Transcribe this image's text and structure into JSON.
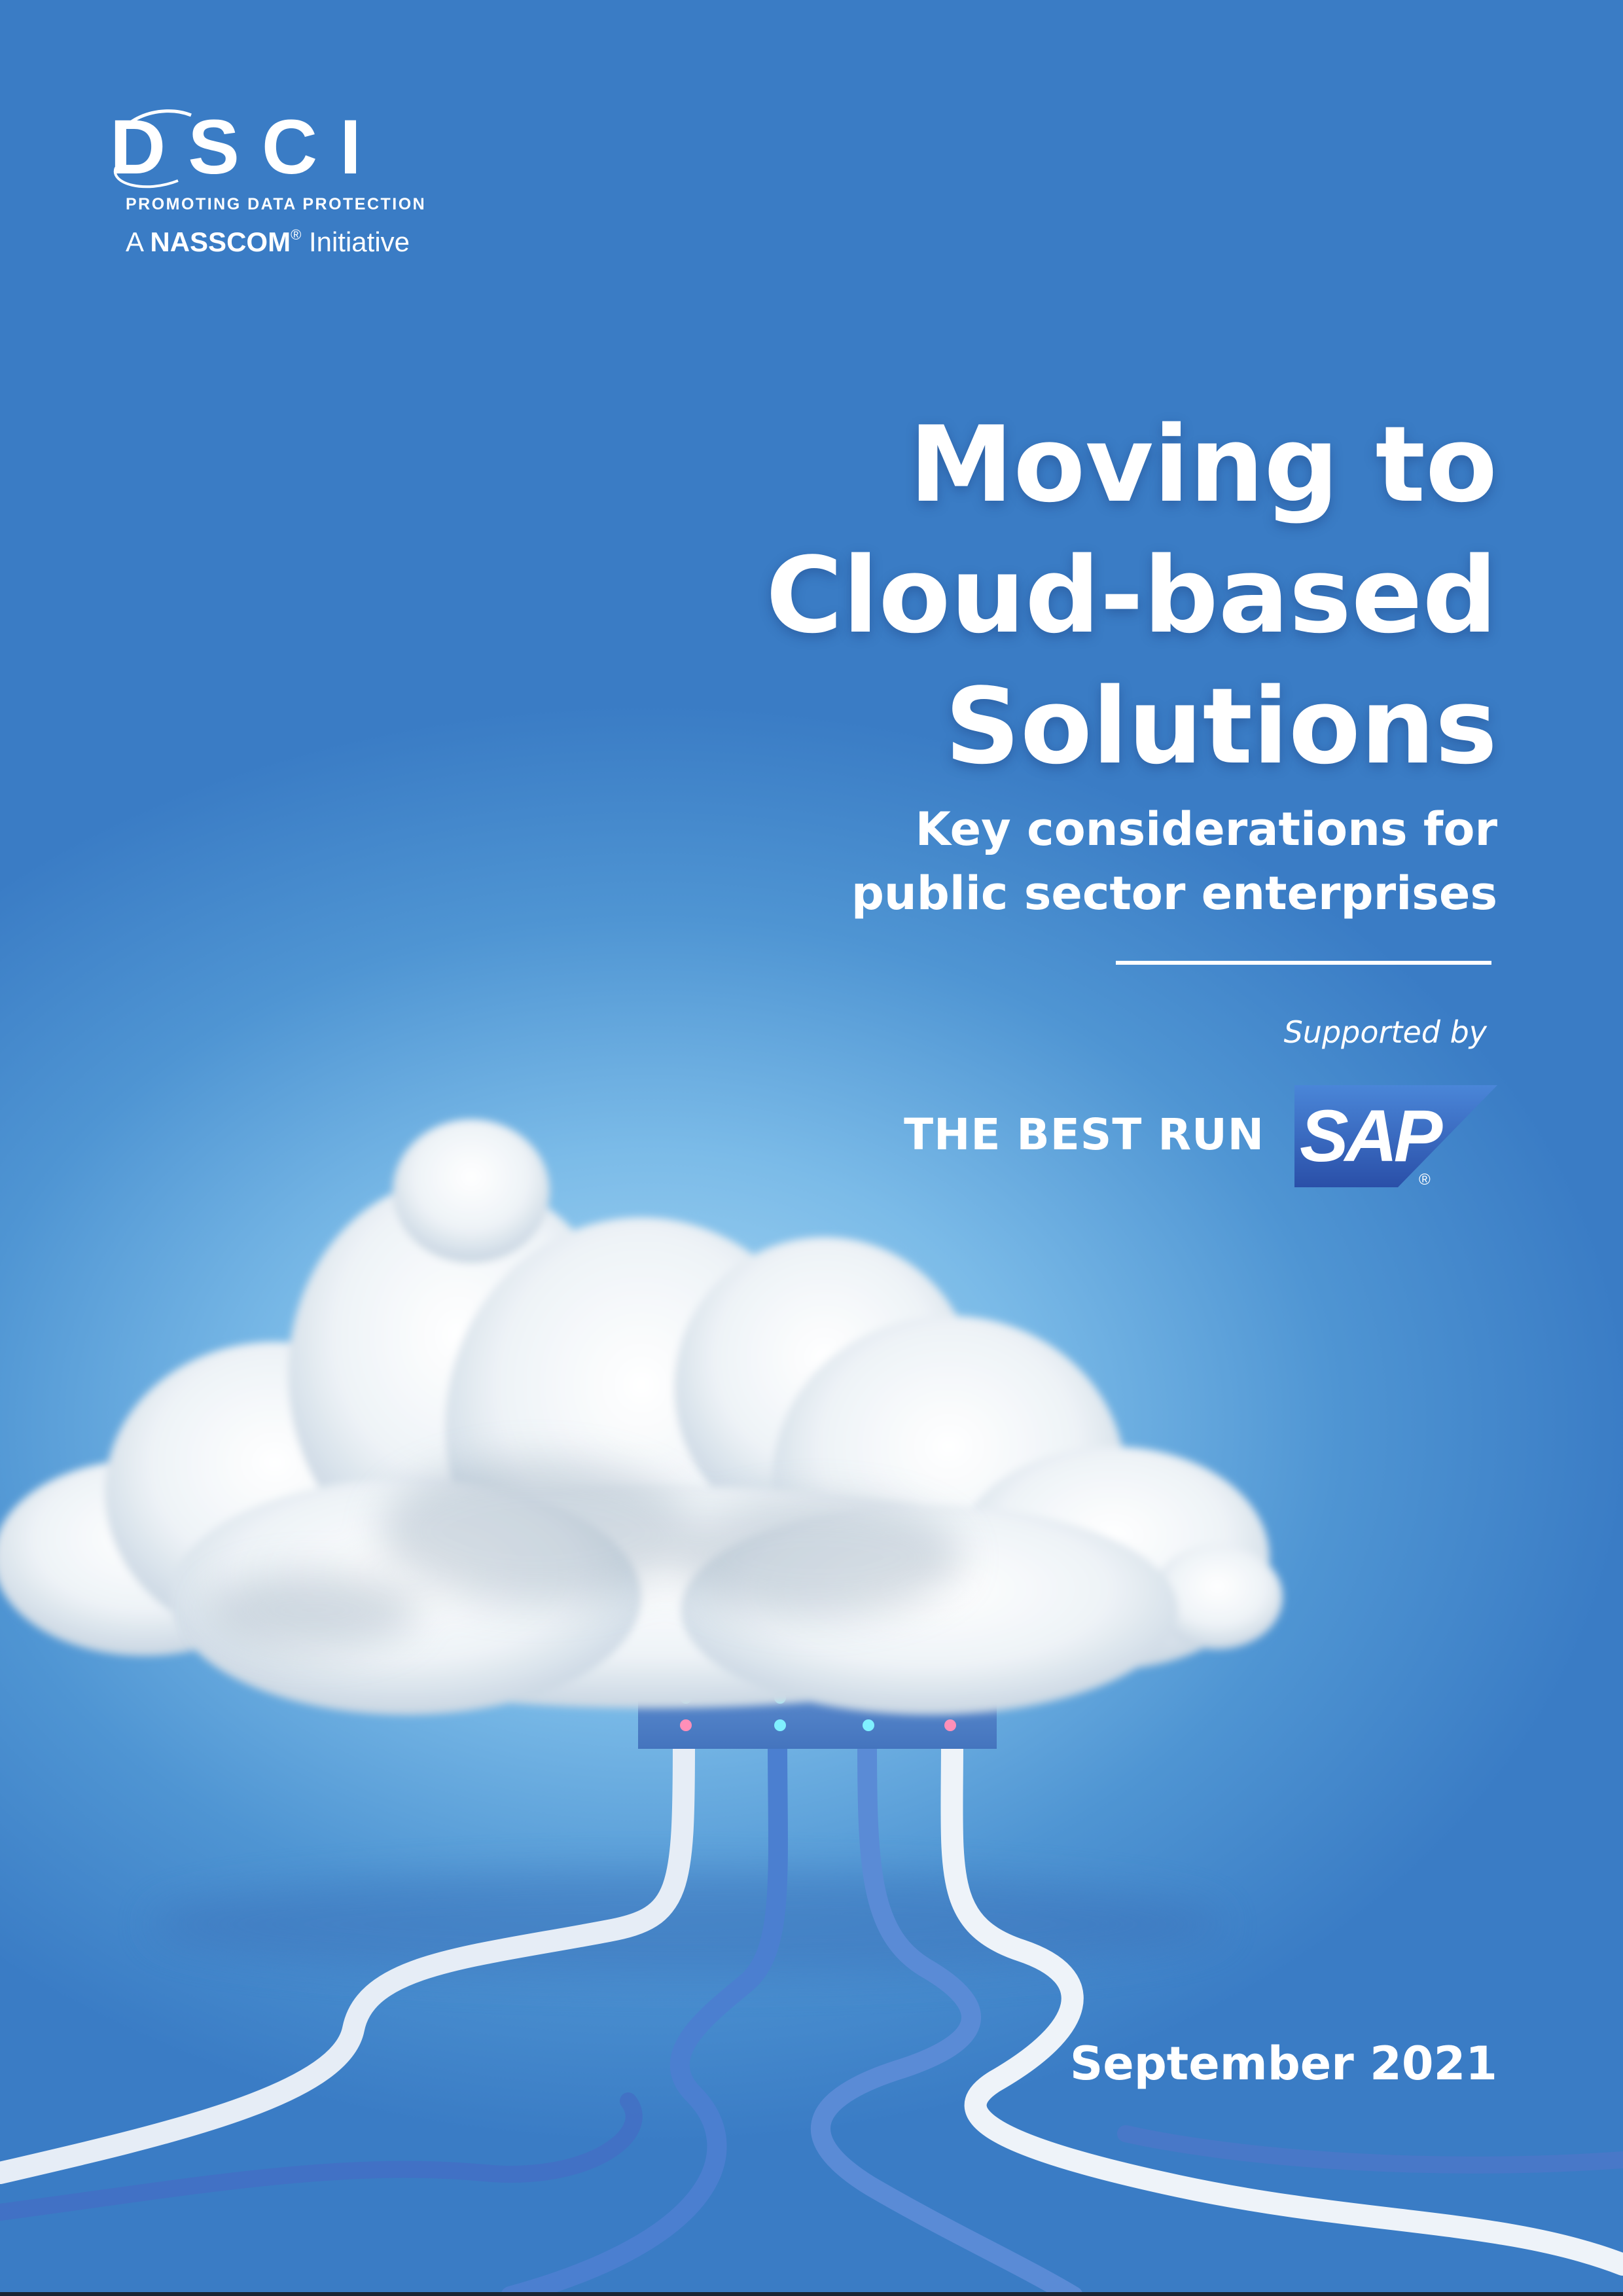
{
  "logo": {
    "wordmark": "DSCI",
    "tagline": "PROMOTING DATA PROTECTION",
    "initiative_a": "A",
    "initiative_org": "NASSCOM",
    "initiative_reg": "®",
    "initiative_word": "Initiative"
  },
  "title": {
    "lines": [
      "Moving to",
      "Cloud-based",
      "Solutions"
    ]
  },
  "subtitle": {
    "lines": [
      "Key considerations for",
      "public sector enterprises"
    ]
  },
  "support": {
    "label": "Supported by",
    "sponsor_tagline": "THE BEST RUN",
    "sponsor_logo": "SAP",
    "sponsor_reg": "®"
  },
  "date": "September 2021",
  "colors": {
    "background": "#4f95d3",
    "text": "#ffffff",
    "sap_blue": "#2f5fb3"
  }
}
